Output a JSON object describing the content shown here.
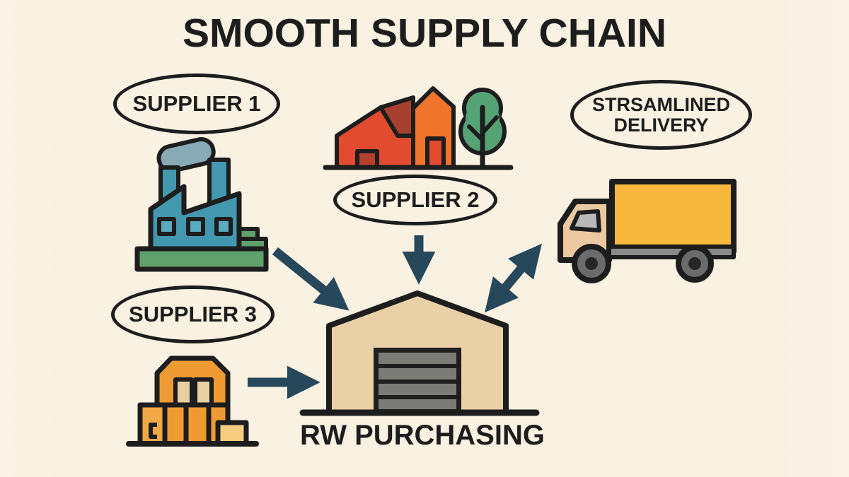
{
  "title": "SMOOTH SUPPLY CHAIN",
  "nodes": {
    "supplier1": {
      "label": "SUPPLIER 1",
      "icon": "factory"
    },
    "supplier2": {
      "label": "SUPPLIER 2",
      "icon": "houses-with-tree"
    },
    "supplier3": {
      "label": "SUPPLIER 3",
      "icon": "stacked-boxes"
    },
    "delivery": {
      "line1": "STRSAMLINED",
      "line2": "DELIVERY",
      "icon": "truck"
    },
    "purchasing": {
      "label": "RW PURCHASING",
      "icon": "warehouse"
    }
  },
  "edges": [
    {
      "from": "supplier1",
      "to": "purchasing",
      "style": "single-arrow"
    },
    {
      "from": "supplier2",
      "to": "purchasing",
      "style": "single-arrow"
    },
    {
      "from": "supplier3",
      "to": "purchasing",
      "style": "single-arrow"
    },
    {
      "from": "purchasing",
      "to": "delivery",
      "style": "double-arrow"
    }
  ],
  "colors": {
    "background": "#f9f1e1",
    "outline": "#1d1d1d",
    "arrow": "#27485a",
    "factory_body": "#4397ae",
    "factory_window": "#5babbf",
    "factory_smoke": "#87aab5",
    "factory_base_green": "#5fa06d",
    "house_red": "#e14b30",
    "house_roof_dark": "#a8402f",
    "house_orange": "#f0742c",
    "house_door_dark": "#b5402c",
    "tree_green": "#55a374",
    "truck_cab_tan": "#ecc9a0",
    "truck_cargo_yellow": "#f6b73c",
    "truck_chassis_gray": "#8a8a8a",
    "truck_window_gray": "#b9b9b9",
    "wheel_gray": "#6b6b6b",
    "boxes_orange": "#ef9a33",
    "boxes_light_orange": "#f2a845",
    "boxes_panel_tan": "#e9d0a0",
    "boxes_small_tan": "#f6cd80",
    "warehouse_tan": "#ead0a6",
    "garage_door_gray": "#7b7b77"
  }
}
